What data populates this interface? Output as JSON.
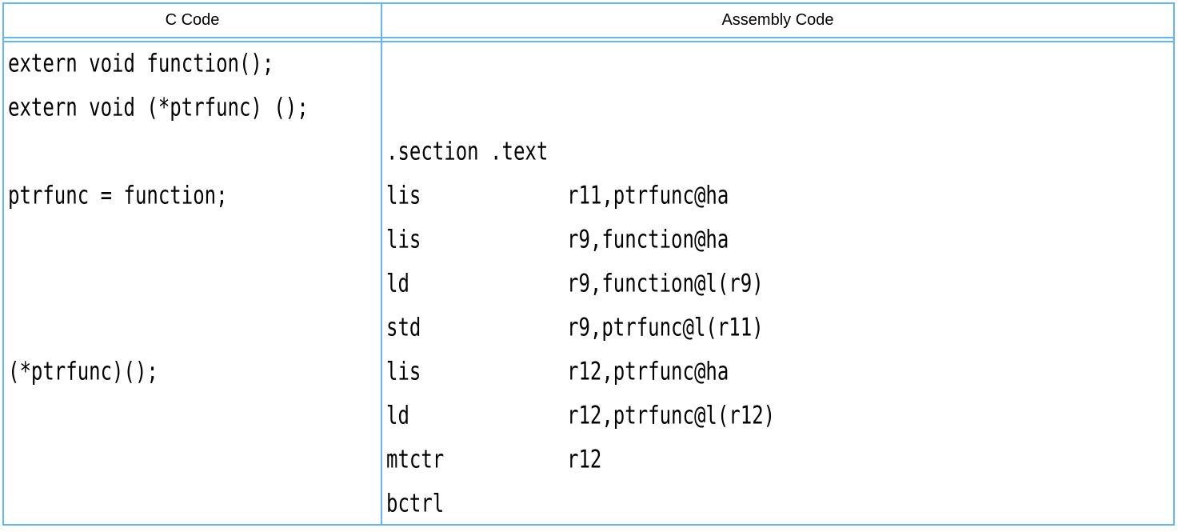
{
  "header": {
    "c_column": "C Code",
    "assembly_column": "Assembly Code"
  },
  "colors": {
    "border": "#64b5f6",
    "text": "#000000",
    "background": "#ffffff"
  },
  "rows": [
    {
      "c": "extern void function();",
      "asm": null
    },
    {
      "c": "extern void (*ptrfunc) ();",
      "asm": null
    },
    {
      "c": "",
      "asm": {
        "text": ".section .text"
      }
    },
    {
      "c": "ptrfunc = function;",
      "asm": {
        "mnemonic": "lis",
        "operands": "r11,ptrfunc@ha"
      }
    },
    {
      "c": "",
      "asm": {
        "mnemonic": "lis",
        "operands": "r9,function@ha"
      }
    },
    {
      "c": "",
      "asm": {
        "mnemonic": "ld",
        "operands": "r9,function@l(r9)"
      }
    },
    {
      "c": "",
      "asm": {
        "mnemonic": "std",
        "operands": "r9,ptrfunc@l(r11)"
      }
    },
    {
      "c": "(*ptrfunc)();",
      "asm": {
        "mnemonic": "lis",
        "operands": "r12,ptrfunc@ha"
      }
    },
    {
      "c": "",
      "asm": {
        "mnemonic": "ld",
        "operands": "r12,ptrfunc@l(r12)"
      }
    },
    {
      "c": "",
      "asm": {
        "mnemonic": "mtctr",
        "operands": "r12"
      }
    },
    {
      "c": "",
      "asm": {
        "mnemonic": "bctrl",
        "operands": ""
      }
    }
  ]
}
